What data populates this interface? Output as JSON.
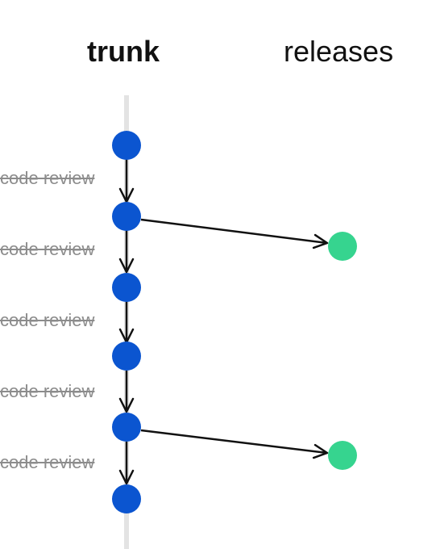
{
  "headers": {
    "trunk": "trunk",
    "releases": "releases"
  },
  "review_labels": [
    "code review",
    "code review",
    "code review",
    "code review",
    "code review"
  ],
  "colors": {
    "commit": "#0b55d0",
    "release": "#36d48f",
    "trunk_line": "#e3e3e3",
    "arrow": "#111111",
    "review_label": "#8c8c8c"
  },
  "commits": 6,
  "releases_from_commits": [
    2,
    5
  ]
}
